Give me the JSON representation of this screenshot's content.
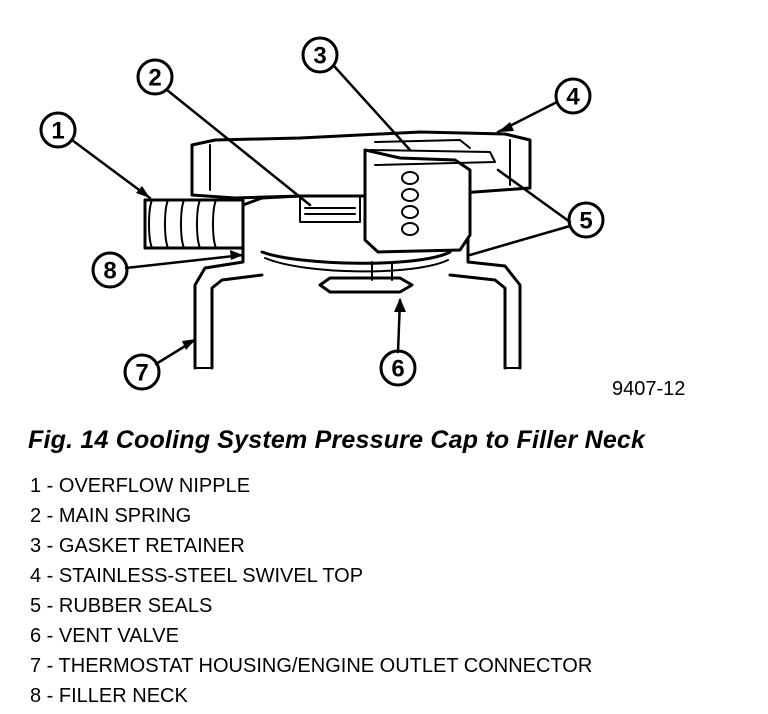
{
  "callouts": [
    "1",
    "2",
    "3",
    "4",
    "5",
    "6",
    "7",
    "8"
  ],
  "figure_code": "9407-12",
  "caption": "Fig. 14 Cooling System Pressure Cap to Filler Neck",
  "legend": [
    "1 - OVERFLOW NIPPLE",
    "2 - MAIN SPRING",
    "3 - GASKET RETAINER",
    "4 - STAINLESS-STEEL SWIVEL TOP",
    "5 - RUBBER SEALS",
    "6 - VENT VALVE",
    "7 - THERMOSTAT HOUSING/ENGINE OUTLET CONNECTOR",
    "8 - FILLER NECK"
  ]
}
